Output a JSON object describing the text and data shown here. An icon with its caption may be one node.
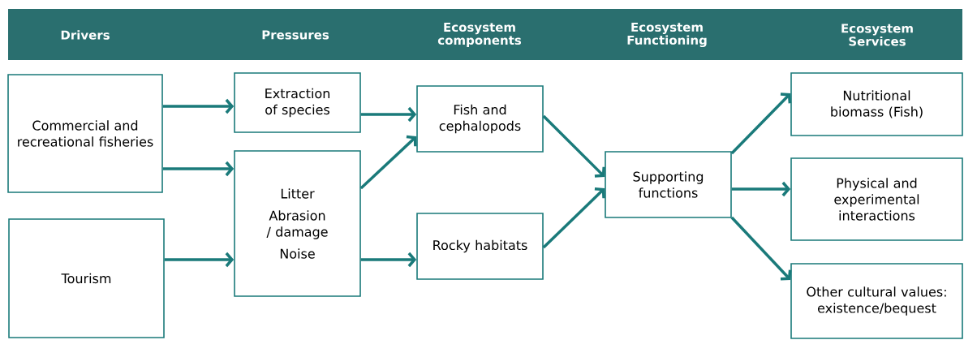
{
  "diagram": {
    "nodes": [
      {
        "text": [
          "Commercial and recreational fisheries"
        ]
      },
      {
        "text": [
          "Tourism"
        ]
      },
      {
        "text": [
          "Extraction of species"
        ]
      },
      {
        "text": [
          "Litter",
          "Abrasion / damage",
          "Noise"
        ]
      },
      {
        "text": [
          "Fish and cephalopods"
        ]
      },
      {
        "text": [
          "Rocky habitats"
        ]
      },
      {
        "text": [
          "Supporting functions"
        ]
      },
      {
        "text": [
          "Nutritional biomass (Fish)"
        ]
      },
      {
        "text": [
          "Physical and experimental interactions"
        ]
      },
      {
        "text": [
          "Other cultural values: existence/bequest"
        ]
      }
    ],
    "edges": [
      {
        "from": 0,
        "to": 2,
        "arrow": "to"
      },
      {
        "from": 0,
        "to": 3,
        "arrow": "to"
      },
      {
        "from": 1,
        "to": 3,
        "arrow": "to"
      },
      {
        "from": 2,
        "to": 4,
        "arrow": "to"
      },
      {
        "from": 3,
        "to": 4,
        "arrow": "to"
      },
      {
        "from": 3,
        "to": 5,
        "arrow": "to"
      },
      {
        "from": 4,
        "to": 6,
        "arrow": "to"
      },
      {
        "from": 5,
        "to": 6,
        "arrow": "to"
      },
      {
        "from": 6,
        "to": 7,
        "arrow": "to"
      },
      {
        "from": 6,
        "to": 8,
        "arrow": "to"
      },
      {
        "from": 6,
        "to": 9,
        "arrow": "to"
      }
    ],
    "labels": [
      "Drivers",
      "Pressures",
      "Ecosystem components",
      "Ecosystem Functioning",
      "Ecosystem Services"
    ]
  }
}
